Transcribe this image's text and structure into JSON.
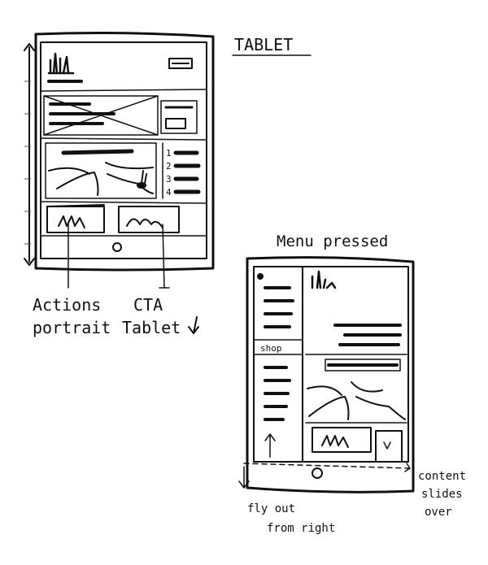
{
  "labels": {
    "tablet_title": "TABLET",
    "menu_title": "Menu pressed",
    "actions_line1": "Actions",
    "actions_line2": "portrait",
    "cta_line1": "CTA",
    "cta_line2": "Tablet",
    "shop_label": "shop",
    "list_numbers": [
      "1",
      "2",
      "3",
      "4"
    ],
    "flyout_line1": "fly out",
    "flyout_line2": "from right",
    "content_line1": "content",
    "content_line2": "slides",
    "content_line3": "over"
  },
  "colors": {
    "ink": "#111111",
    "paper": "#ffffff"
  }
}
